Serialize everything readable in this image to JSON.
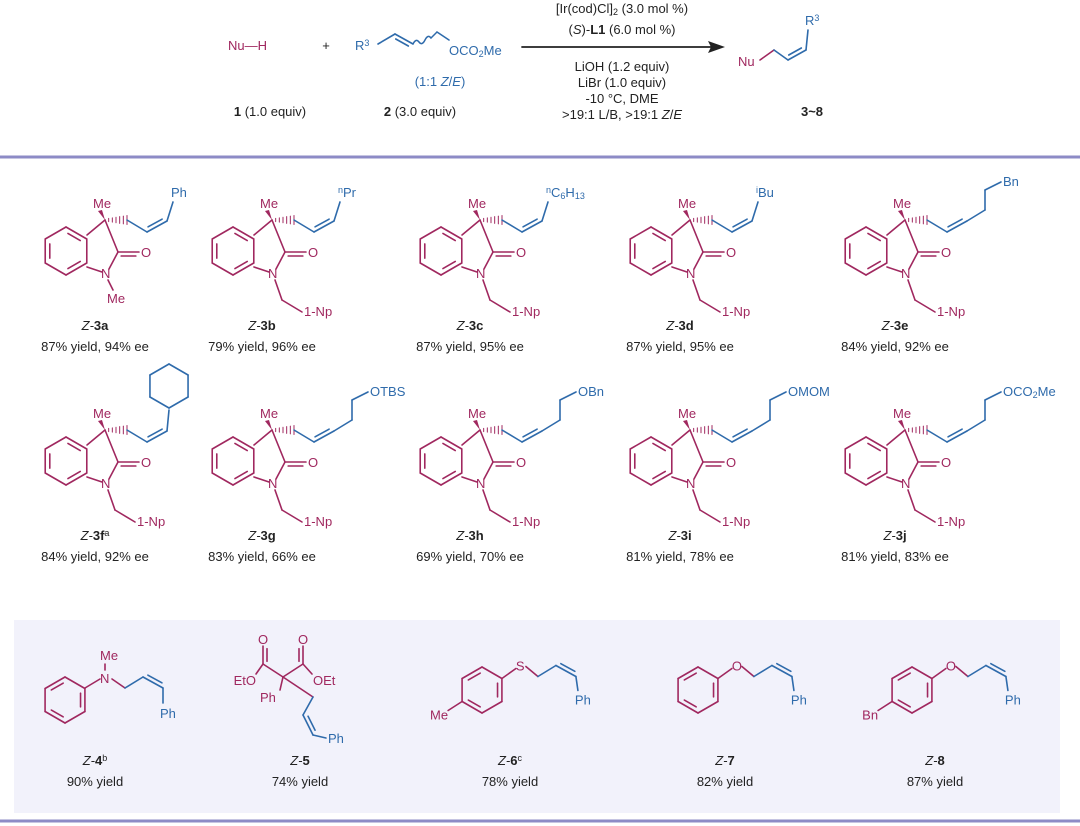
{
  "colors": {
    "nucleophile": "#a0285f",
    "electrophile": "#2f6bab",
    "text": "#222222",
    "rule": "#8d8bc6",
    "panel": "#f2f2fb"
  },
  "header": {
    "nucleophile": "Nu—H",
    "plus": "+",
    "electrophile_r": [
      {
        "t": "R"
      },
      {
        "t": "3",
        "s": "sup"
      }
    ],
    "electrophile_lg": [
      {
        "t": "OCO"
      },
      {
        "t": "2",
        "s": "sub"
      },
      {
        "t": "Me"
      }
    ],
    "ratio": [
      {
        "t": "(1:1 "
      },
      {
        "t": "Z",
        "s": "i"
      },
      {
        "t": "/"
      },
      {
        "t": "E",
        "s": "i"
      },
      {
        "t": ")"
      }
    ],
    "reagent1": [
      {
        "t": "1",
        "s": "b"
      },
      {
        "t": " (1.0 equiv)"
      }
    ],
    "reagent2": [
      {
        "t": "2",
        "s": "b"
      },
      {
        "t": " (3.0 equiv)"
      }
    ],
    "conditions_above": [
      [
        {
          "t": "[Ir(cod)Cl]"
        },
        {
          "t": "2",
          "s": "sub"
        },
        {
          "t": " (3.0 mol %)"
        }
      ],
      [
        {
          "t": "("
        },
        {
          "t": "S",
          "s": "i"
        },
        {
          "t": ")-"
        },
        {
          "t": "L1",
          "s": "b"
        },
        {
          "t": " (6.0 mol %)"
        }
      ]
    ],
    "conditions_below": [
      [
        {
          "t": "LiOH (1.2 equiv)"
        }
      ],
      [
        {
          "t": "LiBr (1.0 equiv)"
        }
      ],
      [
        {
          "t": "-10 °C, DME"
        }
      ],
      [
        {
          "t": ">19:1 L/B, >19:1 "
        },
        {
          "t": "Z",
          "s": "i"
        },
        {
          "t": "/"
        },
        {
          "t": "E",
          "s": "i"
        }
      ]
    ],
    "product_nu": "Nu",
    "product_r": [
      {
        "t": "R"
      },
      {
        "t": "3",
        "s": "sup"
      }
    ],
    "product_label": [
      {
        "t": "3~8",
        "s": "b"
      }
    ]
  },
  "oxindoles": [
    {
      "id": "3a",
      "sup": "",
      "n_sub": "Me",
      "r": [
        {
          "t": "Ph"
        }
      ],
      "chain": "short",
      "result": "87% yield, 94% ee"
    },
    {
      "id": "3b",
      "sup": "",
      "n_sub": "1-Np",
      "r": [
        {
          "t": "n",
          "s": "sup"
        },
        {
          "t": "Pr"
        }
      ],
      "chain": "short",
      "result": "79% yield, 96% ee"
    },
    {
      "id": "3c",
      "sup": "",
      "n_sub": "1-Np",
      "r": [
        {
          "t": "n",
          "s": "sup"
        },
        {
          "t": "C"
        },
        {
          "t": "6",
          "s": "sub"
        },
        {
          "t": "H"
        },
        {
          "t": "13",
          "s": "sub"
        }
      ],
      "chain": "short",
      "result": "87% yield, 95% ee"
    },
    {
      "id": "3d",
      "sup": "",
      "n_sub": "1-Np",
      "r": [
        {
          "t": "i",
          "s": "sup"
        },
        {
          "t": "Bu"
        }
      ],
      "chain": "short",
      "result": "87% yield, 95% ee"
    },
    {
      "id": "3e",
      "sup": "",
      "n_sub": "1-Np",
      "r": [
        {
          "t": "Bn"
        }
      ],
      "chain": "long",
      "result": "84% yield, 92% ee"
    },
    {
      "id": "3f",
      "sup": "a",
      "n_sub": "1-Np",
      "r": [],
      "chain": "cyclohexyl",
      "result": "84% yield, 92% ee"
    },
    {
      "id": "3g",
      "sup": "",
      "n_sub": "1-Np",
      "r": [
        {
          "t": "OTBS"
        }
      ],
      "chain": "long",
      "result": "83% yield, 66% ee"
    },
    {
      "id": "3h",
      "sup": "",
      "n_sub": "1-Np",
      "r": [
        {
          "t": "OBn"
        }
      ],
      "chain": "long",
      "result": "69% yield, 70% ee"
    },
    {
      "id": "3i",
      "sup": "",
      "n_sub": "1-Np",
      "r": [
        {
          "t": "OMOM"
        }
      ],
      "chain": "long",
      "result": "81% yield, 78% ee"
    },
    {
      "id": "3j",
      "sup": "",
      "n_sub": "1-Np",
      "r": [
        {
          "t": "OCO"
        },
        {
          "t": "2",
          "s": "sub"
        },
        {
          "t": "Me"
        }
      ],
      "chain": "long",
      "result": "81% yield, 83% ee"
    }
  ],
  "others": [
    {
      "id": "4",
      "sup": "b",
      "result": "90% yield",
      "atoms": {
        "n": "N",
        "me": "Me",
        "ph": "Ph"
      }
    },
    {
      "id": "5",
      "sup": "",
      "result": "74% yield",
      "atoms": {
        "o": "O",
        "eto": "EtO",
        "oet": "OEt",
        "ph": "Ph",
        "ph2": "Ph"
      }
    },
    {
      "id": "6",
      "sup": "c",
      "result": "78% yield",
      "atoms": {
        "s": "S",
        "me": "Me",
        "ph": "Ph"
      }
    },
    {
      "id": "7",
      "sup": "",
      "result": "82% yield",
      "atoms": {
        "o": "O",
        "ph": "Ph"
      }
    },
    {
      "id": "8",
      "sup": "",
      "result": "87% yield",
      "atoms": {
        "o": "O",
        "bn": "Bn",
        "ph": "Ph"
      }
    }
  ],
  "labels": {
    "z_prefix": "Z-",
    "methyl": "Me",
    "o": "O",
    "n": "N"
  }
}
